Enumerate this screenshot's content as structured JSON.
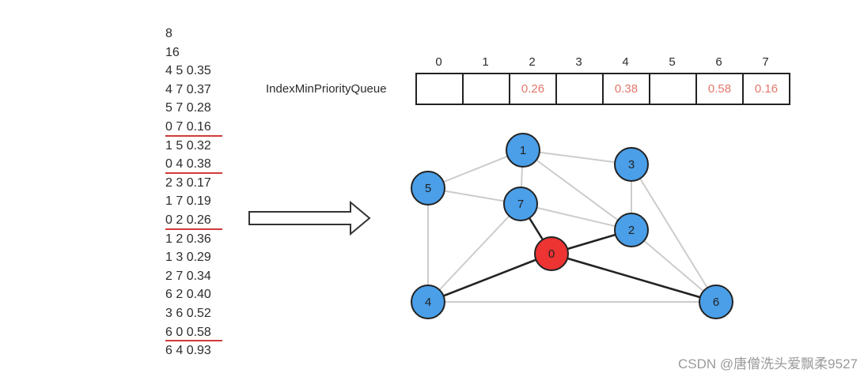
{
  "edge_list": {
    "lines": [
      {
        "text": "8",
        "underlined": false
      },
      {
        "text": "16",
        "underlined": false
      },
      {
        "text": "4 5 0.35",
        "underlined": false
      },
      {
        "text": "4 7 0.37",
        "underlined": false
      },
      {
        "text": "5 7 0.28",
        "underlined": false
      },
      {
        "text": "0 7 0.16",
        "underlined": true
      },
      {
        "text": "1 5 0.32",
        "underlined": false
      },
      {
        "text": "0 4 0.38",
        "underlined": true
      },
      {
        "text": "2 3 0.17",
        "underlined": false
      },
      {
        "text": "1 7 0.19",
        "underlined": false
      },
      {
        "text": "0 2 0.26",
        "underlined": true
      },
      {
        "text": "1 2 0.36",
        "underlined": false
      },
      {
        "text": "1 3 0.29",
        "underlined": false
      },
      {
        "text": "2 7 0.34",
        "underlined": false
      },
      {
        "text": "6 2 0.40",
        "underlined": false
      },
      {
        "text": "3 6 0.52",
        "underlined": false
      },
      {
        "text": "6 0 0.58",
        "underlined": true
      },
      {
        "text": "6 4 0.93",
        "underlined": false
      }
    ]
  },
  "priority_queue": {
    "label": "IndexMinPriorityQueue",
    "indices": [
      "0",
      "1",
      "2",
      "3",
      "4",
      "5",
      "6",
      "7"
    ],
    "values": [
      "",
      "",
      "0.26",
      "",
      "0.38",
      "",
      "0.58",
      "0.16"
    ]
  },
  "graph": {
    "nodes": [
      {
        "id": "0",
        "label": "0",
        "color": "#ee3333"
      },
      {
        "id": "1",
        "label": "1",
        "color": "#4a9fe8"
      },
      {
        "id": "2",
        "label": "2",
        "color": "#4a9fe8"
      },
      {
        "id": "3",
        "label": "3",
        "color": "#4a9fe8"
      },
      {
        "id": "4",
        "label": "4",
        "color": "#4a9fe8"
      },
      {
        "id": "5",
        "label": "5",
        "color": "#4a9fe8"
      },
      {
        "id": "6",
        "label": "6",
        "color": "#4a9fe8"
      },
      {
        "id": "7",
        "label": "7",
        "color": "#4a9fe8"
      }
    ],
    "edges": [
      {
        "from": "4",
        "to": "5",
        "highlighted": false
      },
      {
        "from": "4",
        "to": "7",
        "highlighted": false
      },
      {
        "from": "5",
        "to": "7",
        "highlighted": false
      },
      {
        "from": "0",
        "to": "7",
        "highlighted": true
      },
      {
        "from": "1",
        "to": "5",
        "highlighted": false
      },
      {
        "from": "0",
        "to": "4",
        "highlighted": true
      },
      {
        "from": "2",
        "to": "3",
        "highlighted": false
      },
      {
        "from": "1",
        "to": "7",
        "highlighted": false
      },
      {
        "from": "0",
        "to": "2",
        "highlighted": true
      },
      {
        "from": "1",
        "to": "2",
        "highlighted": false
      },
      {
        "from": "1",
        "to": "3",
        "highlighted": false
      },
      {
        "from": "2",
        "to": "7",
        "highlighted": false
      },
      {
        "from": "6",
        "to": "2",
        "highlighted": false
      },
      {
        "from": "3",
        "to": "6",
        "highlighted": false
      },
      {
        "from": "6",
        "to": "0",
        "highlighted": true
      },
      {
        "from": "6",
        "to": "4",
        "highlighted": false
      }
    ],
    "colors": {
      "edge": "#cccccc",
      "highlighted_edge": "#222222",
      "node_stroke": "#222222"
    }
  },
  "watermark": "CSDN @唐僧洗头爱飘柔9527"
}
